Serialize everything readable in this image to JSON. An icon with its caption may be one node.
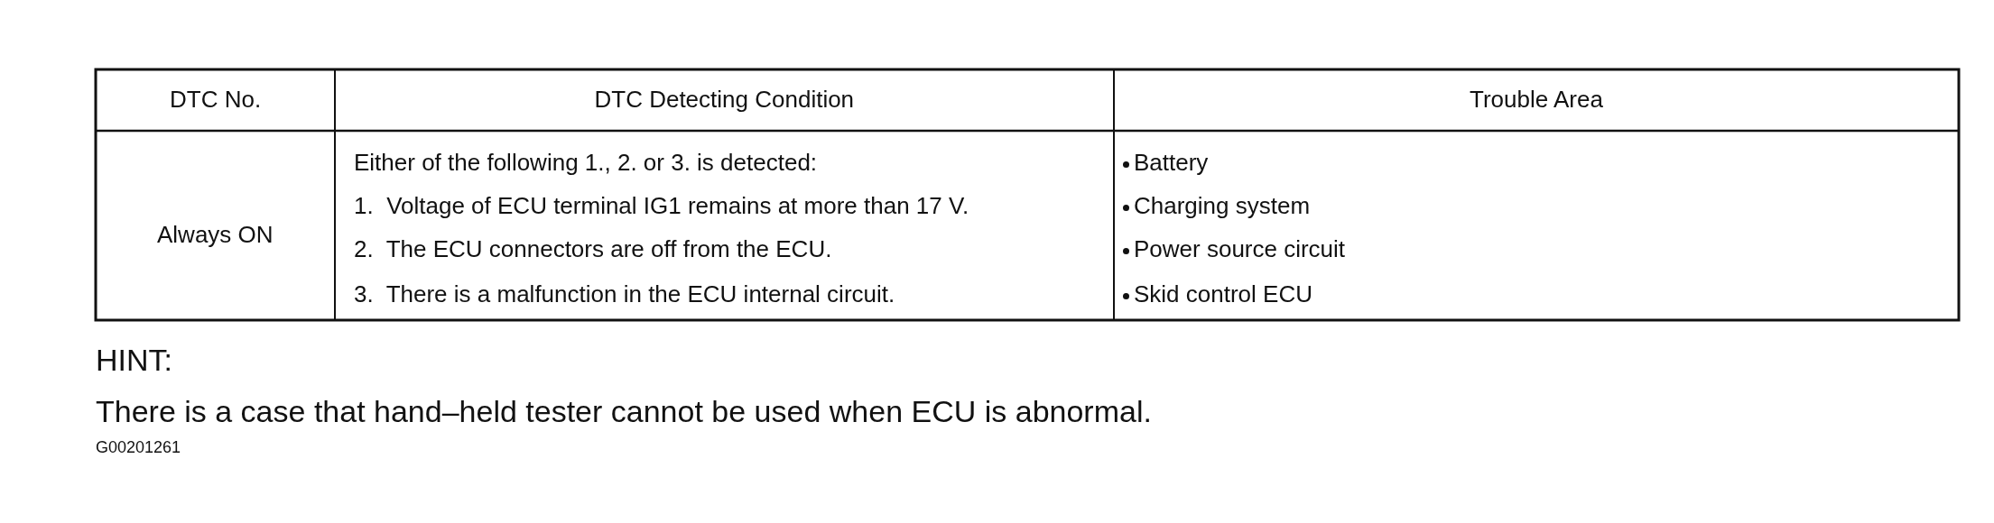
{
  "diagram": {
    "labels": [
      "DTC No.",
      "DTC Detecting Condition",
      "Trouble Area",
      "Always ON",
      "Either of the following 1., 2. or 3. is detected:",
      "1.  Voltage of ECU terminal IG1 remains at more than 17 V.",
      "2.  The ECU connectors are off from the ECU.",
      "3.  There is a malfunction in the ECU internal circuit.",
      "Battery",
      "Charging system",
      "Power source circuit",
      "Skid control ECU",
      "HINT:",
      "There is a case that hand–held tester cannot be used when ECU is abnormal.",
      "G00201261"
    ]
  }
}
